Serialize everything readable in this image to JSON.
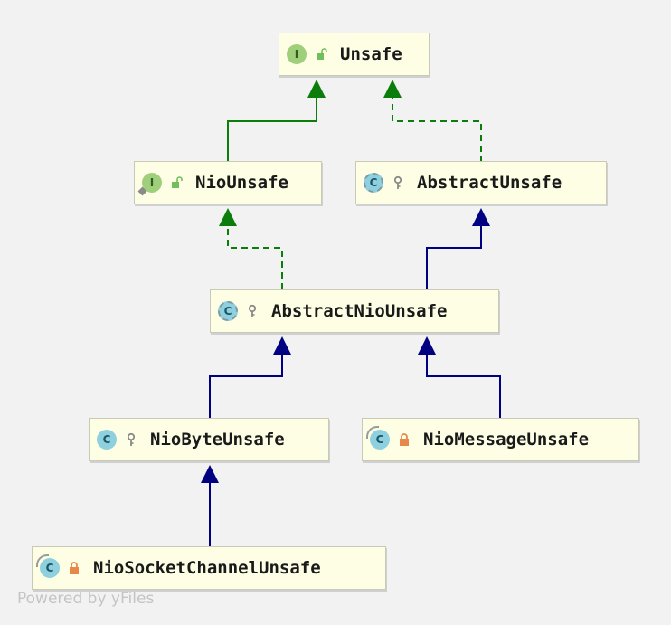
{
  "nodes": {
    "unsafe": {
      "label": "Unsafe",
      "kind": "interface",
      "badge": "I",
      "visibility": "public-open-lock-icon"
    },
    "nio_unsafe": {
      "label": "NioUnsafe",
      "kind": "interface",
      "badge": "I",
      "visibility": "public-open-lock-icon"
    },
    "abstract_unsafe": {
      "label": "AbstractUnsafe",
      "kind": "abstract-class",
      "badge": "C",
      "visibility": "key-icon"
    },
    "abstract_nio_unsafe": {
      "label": "AbstractNioUnsafe",
      "kind": "abstract-class",
      "badge": "C",
      "visibility": "key-icon"
    },
    "nio_byte_unsafe": {
      "label": "NioByteUnsafe",
      "kind": "class",
      "badge": "C",
      "visibility": "key-icon"
    },
    "nio_message_unsafe": {
      "label": "NioMessageUnsafe",
      "kind": "class",
      "badge": "C",
      "visibility": "private-lock-icon"
    },
    "nio_socket_channel_unsafe": {
      "label": "NioSocketChannelUnsafe",
      "kind": "class",
      "badge": "C",
      "visibility": "private-lock-icon"
    }
  },
  "edges": [
    {
      "from": "nio_unsafe",
      "to": "unsafe",
      "type": "extends-interface"
    },
    {
      "from": "abstract_unsafe",
      "to": "unsafe",
      "type": "implements"
    },
    {
      "from": "abstract_nio_unsafe",
      "to": "nio_unsafe",
      "type": "implements"
    },
    {
      "from": "abstract_nio_unsafe",
      "to": "abstract_unsafe",
      "type": "extends"
    },
    {
      "from": "nio_byte_unsafe",
      "to": "abstract_nio_unsafe",
      "type": "extends"
    },
    {
      "from": "nio_message_unsafe",
      "to": "abstract_nio_unsafe",
      "type": "extends"
    },
    {
      "from": "nio_socket_channel_unsafe",
      "to": "nio_byte_unsafe",
      "type": "extends"
    }
  ],
  "colors": {
    "interface_edge": "#0b7d0b",
    "class_edge": "#000080",
    "node_fill": "#fefee4",
    "background": "#f2f2f2"
  },
  "watermark": "Powered by yFiles"
}
